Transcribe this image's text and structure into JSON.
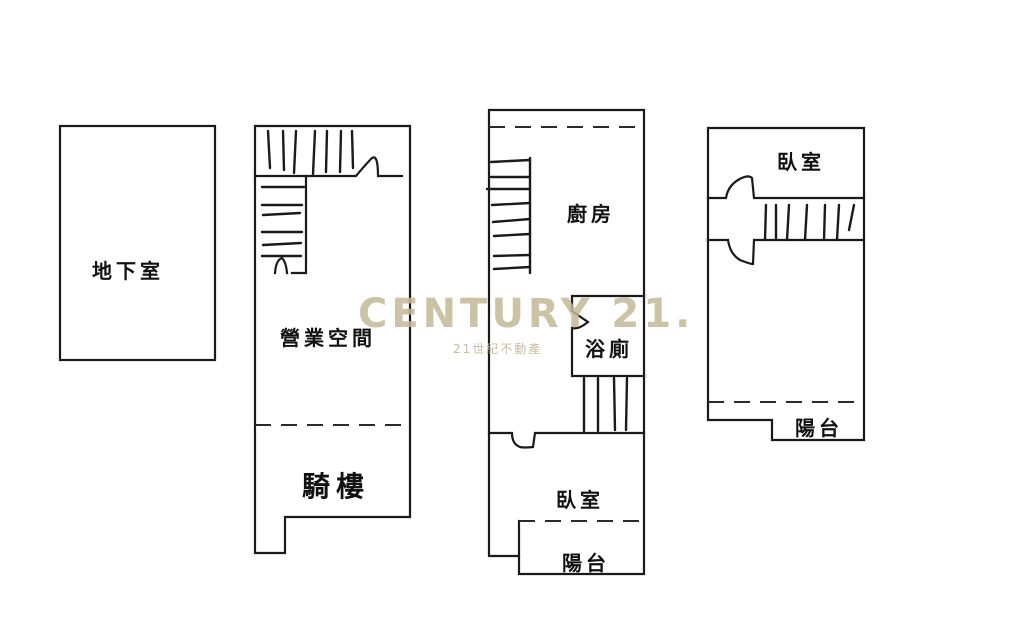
{
  "floor_plan": {
    "floors": [
      {
        "id": "basement",
        "rooms": [
          {
            "key": "basement_room",
            "label": "地下室"
          }
        ]
      },
      {
        "id": "ground_floor",
        "rooms": [
          {
            "key": "business_space",
            "label": "營業空間"
          },
          {
            "key": "arcade",
            "label": "騎樓"
          }
        ],
        "features": [
          "staircase"
        ]
      },
      {
        "id": "second_floor",
        "rooms": [
          {
            "key": "kitchen",
            "label": "廚房"
          },
          {
            "key": "bathroom",
            "label": "浴廁"
          },
          {
            "key": "bedroom",
            "label": "臥室"
          },
          {
            "key": "balcony",
            "label": "陽台"
          }
        ],
        "features": [
          "staircase",
          "door"
        ]
      },
      {
        "id": "third_floor",
        "rooms": [
          {
            "key": "bedroom",
            "label": "臥室"
          },
          {
            "key": "balcony",
            "label": "陽台"
          }
        ],
        "features": [
          "staircase",
          "door"
        ]
      }
    ]
  },
  "watermark": {
    "brand": "CENTURY 21.",
    "subtitle": "21世紀不動產",
    "color": "#c4b896"
  },
  "colors": {
    "background": "#ffffff",
    "line": "#1a1a1a"
  }
}
